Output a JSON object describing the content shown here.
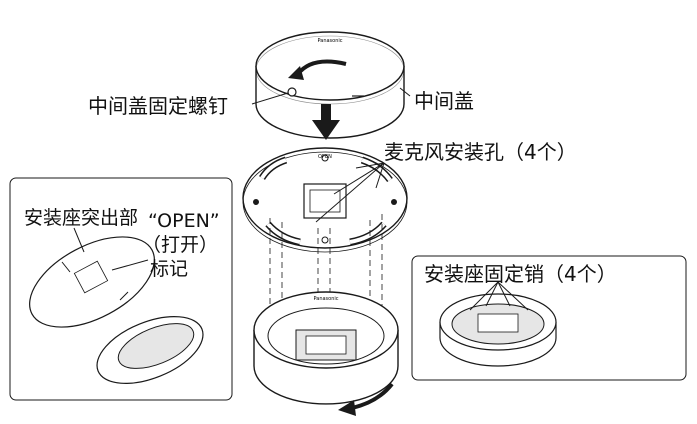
{
  "labels": {
    "middle_cover_screw": "中间盖固定螺钉",
    "middle_cover": "中间盖",
    "mic_holes": "麦克风安装孔（4个）",
    "mount_protrusion": "安装座突出部",
    "open_mark_line1": "“OPEN”",
    "open_mark_line2": "（打开）",
    "open_mark_line3": "标记",
    "mount_pins": "安装座固定销（4个）",
    "brand_text": "Panasonic"
  },
  "colors": {
    "line": "#1a1a1a",
    "fill": "#ffffff",
    "shade": "#e6e6e6",
    "text": "#111111"
  }
}
